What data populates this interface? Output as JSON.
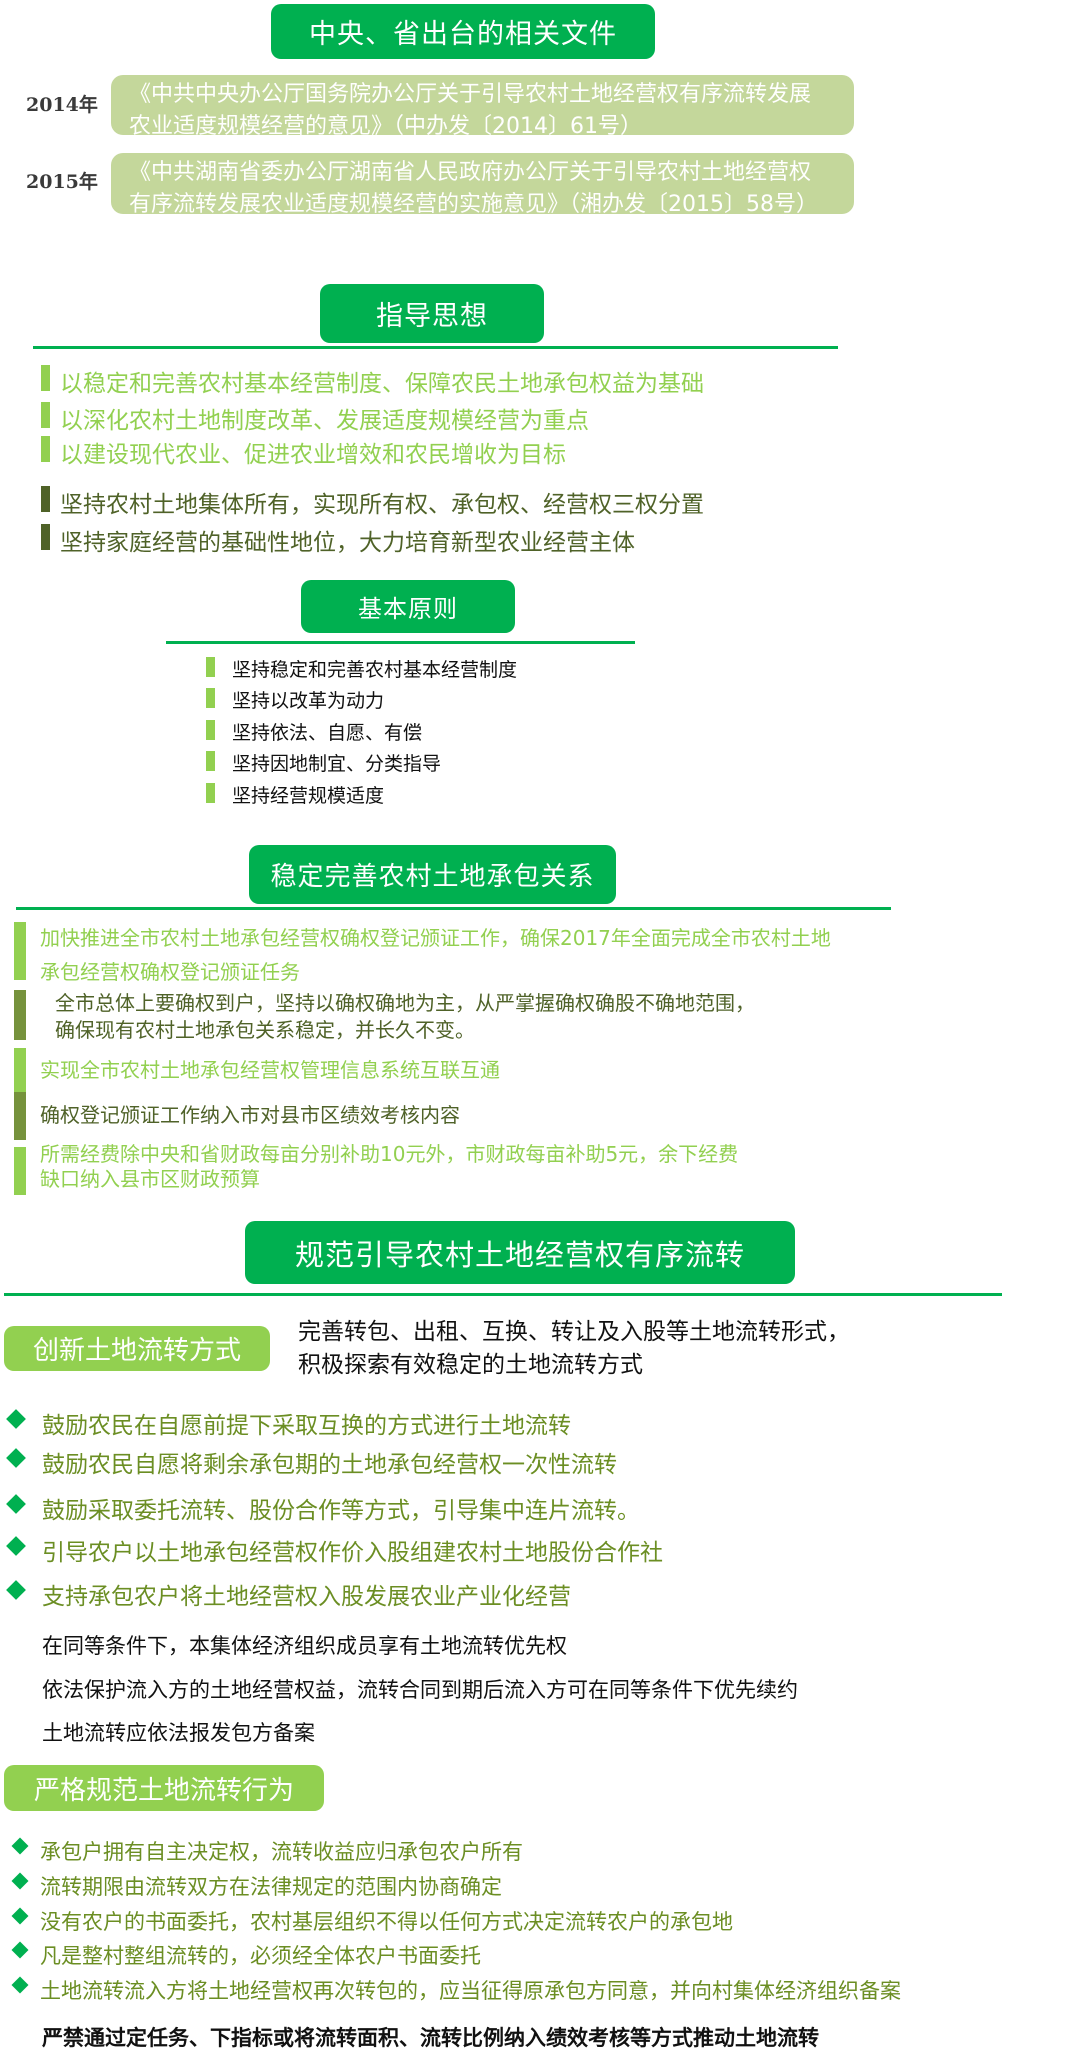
{
  "sections": {
    "docs_title": "中央、省出台的相关文件",
    "docs": [
      {
        "year": "2014年",
        "line1": "《中共中央办公厅国务院办公厅关于引导农村土地经营权有序流转发展",
        "line2": "农业适度规模经营的意见》（中办发〔2014〕61号）"
      },
      {
        "year": "2015年",
        "line1": "《中共湖南省委办公厅湖南省人民政府办公厅关于引导农村土地经营权",
        "line2": "有序流转发展农业适度规模经营的实施意见》（湘办发〔2015〕58号）"
      }
    ],
    "guiding_title": "指导思想",
    "guiding": [
      "以稳定和完善农村基本经营制度、保障农民土地承包权益为基础",
      "以深化农村土地制度改革、发展适度规模经营为重点",
      "以建设现代农业、促进农业增效和农民增收为目标",
      "坚持农村土地集体所有，实现所有权、承包权、经营权三权分置",
      "坚持家庭经营的基础性地位，大力培育新型农业经营主体"
    ],
    "principles_title": "基本原则",
    "principles": [
      "坚持稳定和完善农村基本经营制度",
      "坚持以改革为动力",
      "坚持依法、自愿、有偿",
      "坚持因地制宜、分类指导",
      "坚持经营规模适度"
    ],
    "contract_title": "稳定完善农村土地承包关系",
    "contract": [
      {
        "line1": "加快推进全市农村土地承包经营权确权登记颁证工作，确保2017年全面完成全市农村土地",
        "line2": "承包经营权确权登记颁证任务"
      },
      {
        "line1": "全市总体上要确权到户，坚持以确权确地为主，从严掌握确权确股不确地范围，",
        "line2": "确保现有农村土地承包关系稳定，并长久不变。"
      },
      {
        "line1": "实现全市农村土地承包经营权管理信息系统互联互通"
      },
      {
        "line1": "确权登记颁证工作纳入市对县市区绩效考核内容"
      },
      {
        "line1": "所需经费除中央和省财政每亩分别补助10元外，市财政每亩补助5元，余下经费",
        "line2": "缺口纳入县市区财政预算"
      }
    ],
    "transfer_title": "规范引导农村土地经营权有序流转",
    "innovate_label": "创新土地流转方式",
    "innovate_desc": [
      "完善转包、出租、互换、转让及入股等土地流转形式，",
      "积极探索有效稳定的土地流转方式"
    ],
    "innovate_items": [
      "鼓励农民在自愿前提下采取互换的方式进行土地流转",
      "鼓励农民自愿将剩余承包期的土地承包经营权一次性流转",
      "鼓励采取委托流转、股份合作等方式，引导集中连片流转。",
      "引导农户以土地承包经营权作价入股组建农村土地股份合作社",
      "支持承包农户将土地经营权入股发展农业产业化经营"
    ],
    "notes": [
      "在同等条件下，本集体经济组织成员享有土地流转优先权",
      "依法保护流入方的土地经营权益，流转合同到期后流入方可在同等条件下优先续约",
      "土地流转应依法报发包方备案"
    ],
    "regulate_label": "严格规范土地流转行为",
    "regulate_items": [
      "承包户拥有自主决定权，流转收益应归承包农户所有",
      "流转期限由流转双方在法律规定的范围内协商确定",
      "没有农户的书面委托，农村基层组织不得以任何方式决定流转农户的承包地",
      "凡是整村整组流转的，必须经全体农户书面委托",
      "土地流转流入方将土地经营权再次转包的，应当征得原承包方同意，并向村集体经济组织备案"
    ],
    "final_note": "严禁通过定任务、下指标或将流转面积、流转比例纳入绩效考核等方式推动土地流转"
  }
}
